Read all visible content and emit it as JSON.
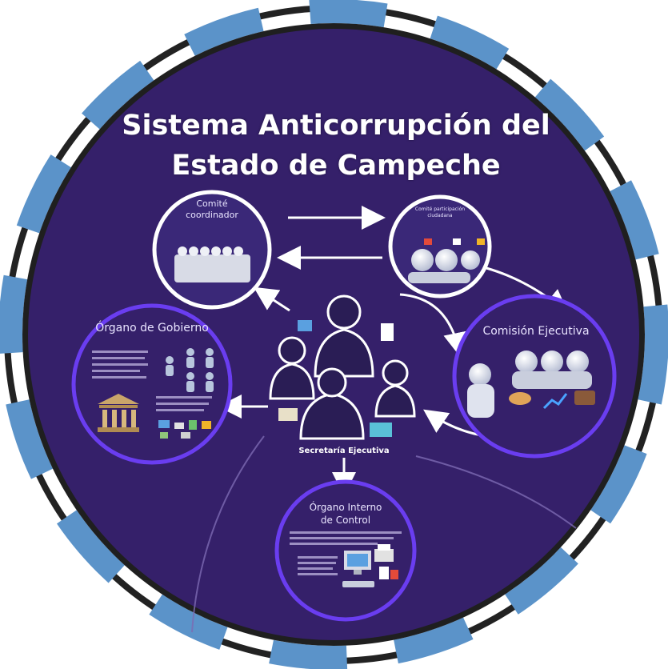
{
  "title_line1": "Sistema Anticorrupción del",
  "title_line2": "Estado de Campeche",
  "nodes": {
    "comite": {
      "line1": "Comité",
      "line2": "coordinador"
    },
    "comite_participacion": {
      "label": "Comité participación ciudadana"
    },
    "organo_gobierno": {
      "label": "Órgano de Gobierno"
    },
    "comision_ejecutiva": {
      "label": "Comisión Ejecutiva"
    },
    "secretaria": {
      "label": "Secretaría Ejecutiva"
    },
    "organo_interno": {
      "line1": "Órgano Interno",
      "line2": "de Control"
    }
  },
  "colors": {
    "background": "#35206a",
    "ring_blue": "#5b93c9",
    "ring_dark": "#2e2e2e",
    "node_border_white": "#ffffff",
    "node_border_purple": "#6a3df0"
  }
}
